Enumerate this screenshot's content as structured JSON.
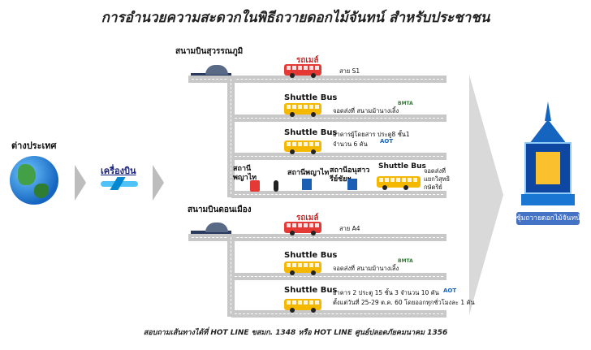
{
  "title": "การอำนวยความสะดวกในพิธีถวายดอกไม้จันทน์ สำหรับประชาชน",
  "footer": "สอบถามเส้นทางได้ที่ HOT LINE ขสมก. 1348 หรือ HOT LINE ศูนย์ปลอดภัยคมนาคม 1356",
  "left": {
    "abroad_label": "ต่างประเทศ",
    "plane_label": "เครื่องบิน"
  },
  "suvarnabhumi": {
    "name": "สนามบินสุวรรณภูมิ",
    "routes": [
      {
        "vehicle": "รถเมล์",
        "detail": "สาย S1"
      },
      {
        "vehicle": "Shuttle Bus",
        "detail": "จอดส่งที่ สนามม้านางเลิ้ง"
      },
      {
        "vehicle": "Shuttle Bus",
        "detail1": "อาคารผู้โดยสาร ประตู8 ชั้น1",
        "detail2": "จำนวน 6 คัน"
      }
    ],
    "rail": {
      "station1": "สถานีพญาไท",
      "station2": "สถานีพญาไท",
      "station3": "สถานีอนุสาวรีย์ชัยฯ",
      "vehicle": "Shuttle Bus",
      "drop": "จอดส่งที่ แยกวิสุทธิกษัตริย์"
    }
  },
  "donmueang": {
    "name": "สนามบินดอนเมือง",
    "routes": [
      {
        "vehicle": "รถเมล์",
        "detail": "สาย A4"
      },
      {
        "vehicle": "Shuttle Bus",
        "detail": "จอดส่งที่ สนามม้านางเลิ้ง"
      },
      {
        "vehicle": "Shuttle Bus",
        "detail1": "อาคาร 2 ประตู 15 ชั้น 3 จำนวน 10 คัน",
        "detail2": "ตั้งแต่วันที่ 25-29 ต.ค. 60 โดยออกทุกชั่วโมงละ 1 คัน"
      }
    ]
  },
  "logos": {
    "bmta": "BMTA",
    "aot": "AOT"
  },
  "destination": "ซุ้มถวายดอกไม้จันทน์",
  "colors": {
    "bus_red": "#e53935",
    "bus_yellow": "#f5b800",
    "road": "#c8c8c8",
    "pill": "#4472c4"
  }
}
